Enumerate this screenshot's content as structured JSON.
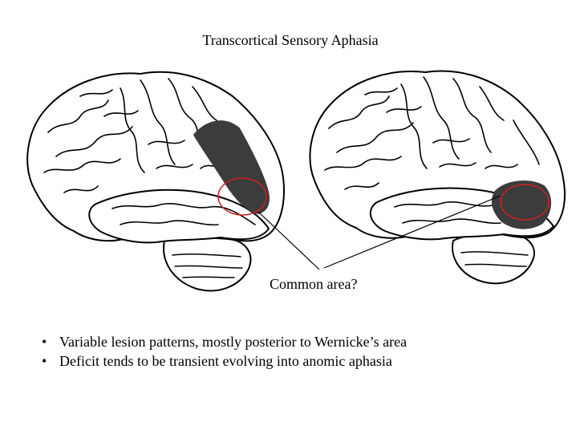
{
  "slide": {
    "title": "Transcortical Sensory Aphasia",
    "callout_label": "Common area?",
    "bullets": [
      "Variable lesion patterns, mostly posterior to Wernicke’s area",
      "Deficit tends to be transient evolving into anomic aphasia"
    ]
  },
  "colors": {
    "lesion": "#3c3c3c",
    "highlight_circle": "#cc2222",
    "outline": "#000000"
  },
  "figures": [
    {
      "name": "left-brain",
      "shading": "posterior parietal-temporal band"
    },
    {
      "name": "right-brain",
      "shading": "posterior temporal area"
    }
  ]
}
